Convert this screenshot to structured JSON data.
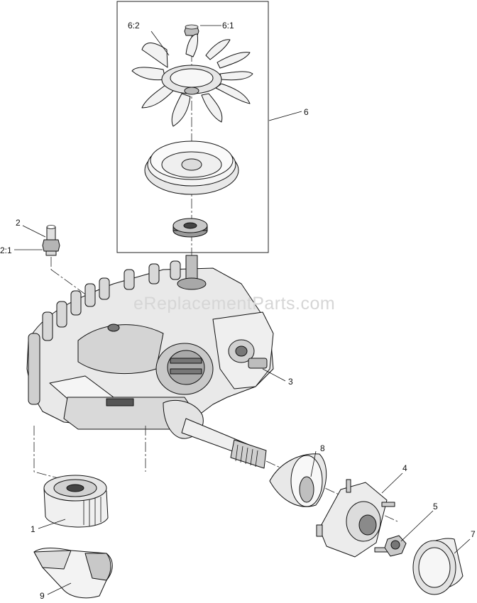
{
  "watermark": "eReplacementParts.com",
  "callouts": {
    "c1": "1",
    "c2": "2",
    "c2_1": "2:1",
    "c3": "3",
    "c4": "4",
    "c5": "5",
    "c6": "6",
    "c6_1": "6:1",
    "c6_2": "6:2",
    "c7": "7",
    "c8": "8",
    "c9": "9"
  },
  "colors": {
    "line": "#111111",
    "fill_light": "#f2f2f2",
    "fill_mid": "#cfcfcf",
    "fill_dark": "#8a8a8a",
    "watermark": "#d6d6d6"
  }
}
